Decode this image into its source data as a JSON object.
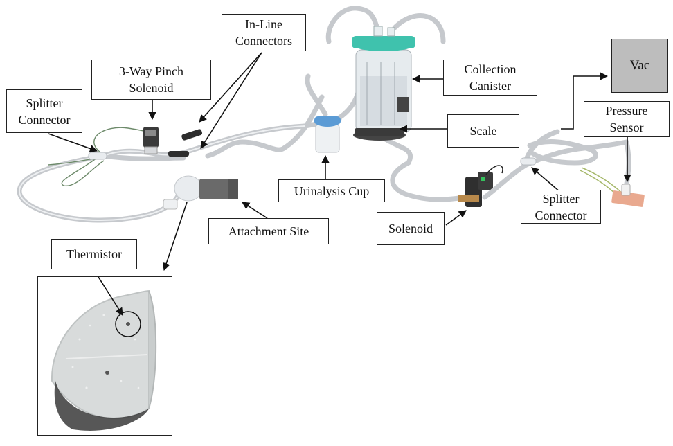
{
  "labels": {
    "in_line_connectors": "In-Line\nConnectors",
    "three_way_pinch_solenoid": "3-Way Pinch\nSolenoid",
    "splitter_connector_left": "Splitter\nConnector",
    "collection_canister": "Collection\nCanister",
    "scale": "Scale",
    "vac": "Vac",
    "pressure_sensor": "Pressure\nSensor",
    "urinalysis_cup": "Urinalysis Cup",
    "attachment_site": "Attachment Site",
    "solenoid": "Solenoid",
    "splitter_connector_right": "Splitter\nConnector",
    "thermistor": "Thermistor"
  },
  "colors": {
    "tubing": "#c9ccd0",
    "canister_lid": "#3fc2ad",
    "cup_lid": "#5b9bd5",
    "vac_box": "#bdbdbd",
    "sensor_pad": "#e9a98f"
  }
}
